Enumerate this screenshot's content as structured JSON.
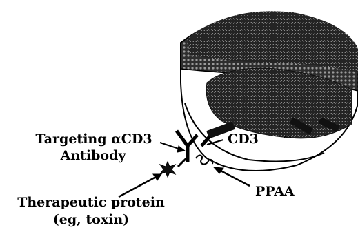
{
  "labels": {
    "targeting_line1": "Targeting αCD3",
    "targeting_line2": "Antibody",
    "cd3": "CD3",
    "ppaa": "PPAA",
    "therapeutic_line1": "Therapeutic protein",
    "therapeutic_line2": "(eg, toxin)"
  },
  "colors": {
    "ink": "#000000",
    "cell_dark": "#1c1c1c",
    "cell_mid": "#3a3a3a",
    "membrane": "#5a5a5a",
    "background": "#ffffff"
  }
}
